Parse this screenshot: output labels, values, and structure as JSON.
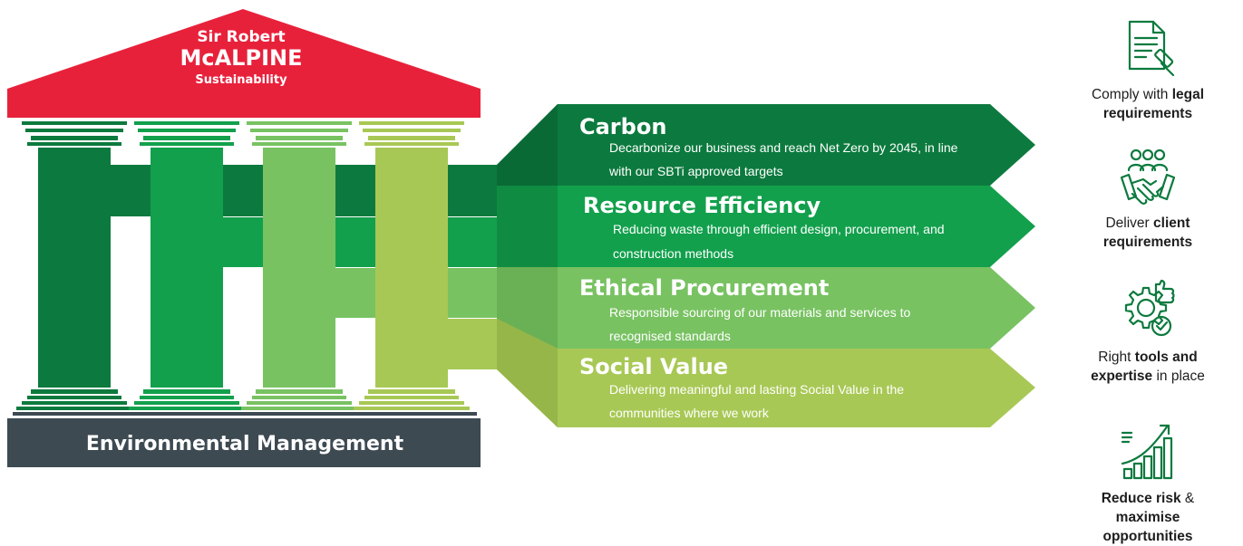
{
  "roof": {
    "line1": "Sir Robert",
    "line2": "McALPINE",
    "line3": "Sustainability"
  },
  "base_label": "Environmental Management",
  "pillars": [
    {
      "name": "Carbon",
      "color": "#0c7a3e"
    },
    {
      "name": "Resource Efficiency",
      "color": "#12a04c"
    },
    {
      "name": "Ethical Procurement",
      "color": "#78c262"
    },
    {
      "name": "Social Value",
      "color": "#a8c855"
    }
  ],
  "arrows": [
    {
      "title": "Carbon",
      "desc_line1": "Decarbonize our business and reach Net Zero by 2045, in line",
      "desc_line2": "with our SBTi approved targets",
      "color": "#0c7a3e"
    },
    {
      "title": "Resource Efficiency",
      "desc_line1": "Reducing waste through efficient design, procurement, and",
      "desc_line2": "construction methods",
      "color": "#12a04c"
    },
    {
      "title": "Ethical Procurement",
      "desc_line1": "Responsible sourcing of our materials and services to",
      "desc_line2": "recognised standards",
      "color": "#78c262"
    },
    {
      "title": "Social Value",
      "desc_line1": "Delivering meaningful and lasting Social Value in the",
      "desc_line2": "communities where we work",
      "color": "#a8c855"
    }
  ],
  "benefits": [
    {
      "icon": "legal-document-icon",
      "pre": "Comply with ",
      "bold1": "legal",
      "mid": "",
      "bold2": "requirements",
      "post": ""
    },
    {
      "icon": "handshake-icon",
      "pre": "Deliver ",
      "bold1": "client",
      "mid": "",
      "bold2": "requirements",
      "post": ""
    },
    {
      "icon": "gear-thumbs-up-icon",
      "pre": "Right ",
      "bold1": "tools and",
      "mid": "",
      "bold2": "expertise",
      "post": " in place"
    },
    {
      "icon": "growth-chart-icon",
      "pre": "",
      "bold1": "Reduce risk",
      "mid": " & ",
      "bold2": "maximise",
      "post": "opportunities"
    }
  ],
  "colors": {
    "roof": "#e8213b",
    "base": "#3d4a52",
    "icon": "#0c7a3e"
  }
}
